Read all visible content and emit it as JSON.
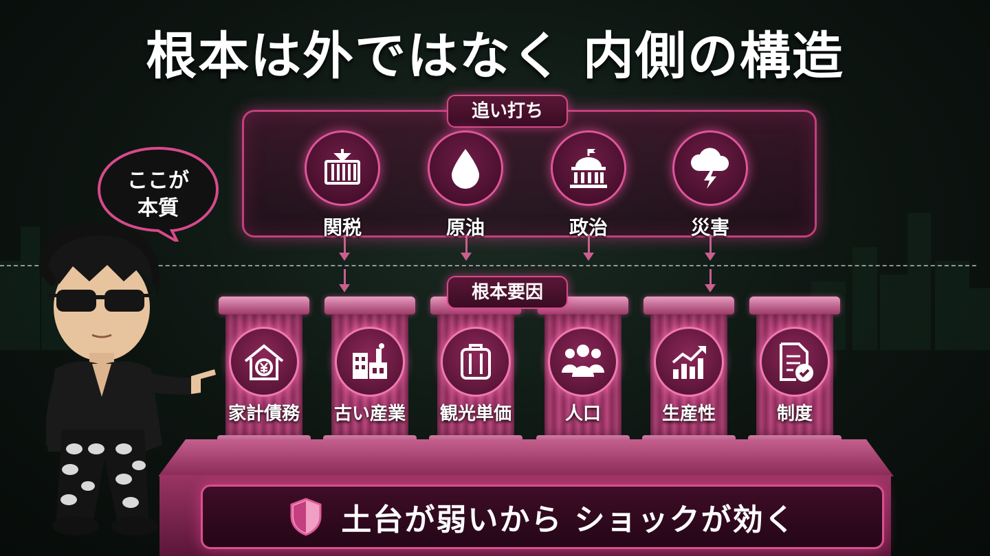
{
  "title": "根本は外ではなく 内側の構造",
  "triggers": {
    "heading": "追い打ち",
    "items": [
      {
        "label": "関税",
        "icon": "shipping-container-icon"
      },
      {
        "label": "原油",
        "icon": "oil-drop-icon"
      },
      {
        "label": "政治",
        "icon": "government-building-icon"
      },
      {
        "label": "災害",
        "icon": "storm-cloud-lightning-icon"
      }
    ]
  },
  "root_causes": {
    "heading": "根本要因",
    "items": [
      {
        "label": "家計債務",
        "icon": "house-yen-icon"
      },
      {
        "label": "古い産業",
        "icon": "factory-icon"
      },
      {
        "label": "観光単価",
        "icon": "suitcase-icon"
      },
      {
        "label": "人口",
        "icon": "people-group-icon"
      },
      {
        "label": "生産性",
        "icon": "growth-chart-icon"
      },
      {
        "label": "制度",
        "icon": "document-check-icon"
      }
    ]
  },
  "speech_bubble": {
    "line1": "ここが",
    "line2": "本質"
  },
  "banner": {
    "text": "土台が弱いから ショックが効く",
    "icon": "shield-icon"
  },
  "colors": {
    "accent": "#d64a8a",
    "pillar": "#b8487d",
    "background": "#0d1511"
  }
}
